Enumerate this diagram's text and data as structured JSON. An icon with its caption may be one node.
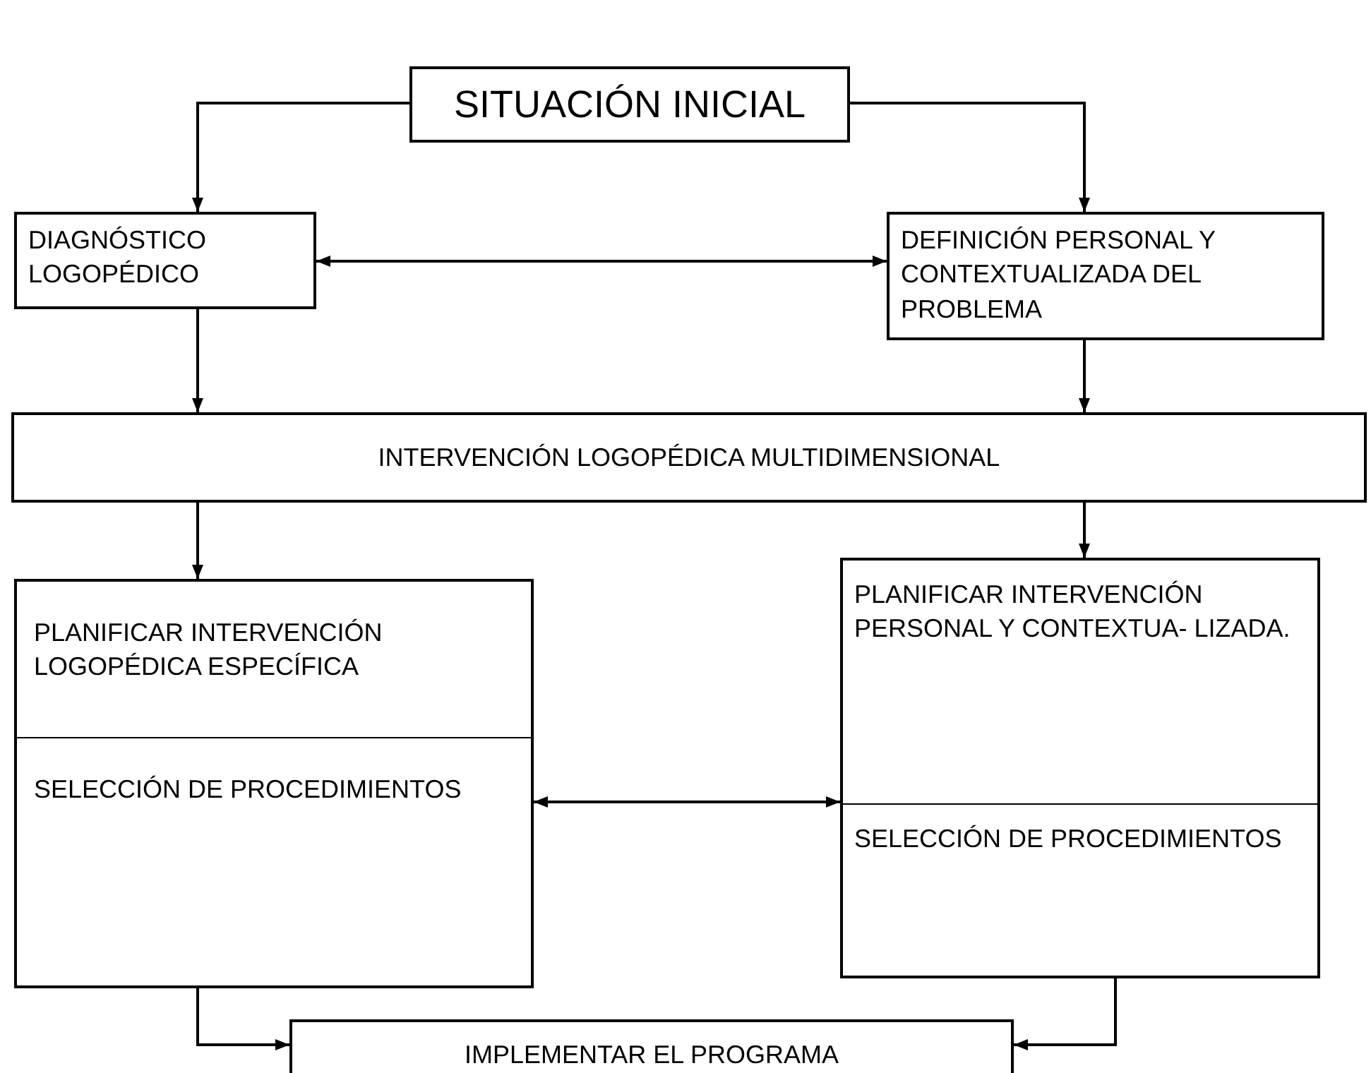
{
  "diagram": {
    "nodes": [
      {
        "text": [
          "SITUACIÓN INICIAL"
        ]
      },
      {
        "text": [
          "DIAGNÓSTICO LOGOPÉDICO"
        ]
      },
      {
        "text": [
          "DEFINICIÓN PERSONAL Y CONTEXTUALIZADA DEL PROBLEMA"
        ]
      },
      {
        "text": [
          "INTERVENCIÓN LOGOPÉDICA MULTIDIMENSIONAL"
        ]
      },
      {
        "text": [
          "PLANIFICAR INTERVENCIÓN LOGOPÉDICA ESPECÍFICA",
          "SELECCIÓN DE PROCEDIMIENTOS"
        ]
      },
      {
        "text": [
          "PLANIFICAR INTERVENCIÓN PERSONAL Y CONTEXTUA- LIZADA.",
          "SELECCIÓN DE PROCEDIMIENTOS"
        ]
      },
      {
        "text": [
          "IMPLEMENTAR EL PROGRAMA"
        ]
      }
    ],
    "edges": [
      {
        "from": 0,
        "to": 1,
        "arrow": "to"
      },
      {
        "from": 0,
        "to": 2,
        "arrow": "to"
      },
      {
        "from": 1,
        "to": 2,
        "arrow": "both"
      },
      {
        "from": 1,
        "to": 3,
        "arrow": "to"
      },
      {
        "from": 2,
        "to": 3,
        "arrow": "to"
      },
      {
        "from": 3,
        "to": 4,
        "arrow": "to"
      },
      {
        "from": 3,
        "to": 5,
        "arrow": "to"
      },
      {
        "from": 4,
        "to": 5,
        "arrow": "both"
      },
      {
        "from": 4,
        "to": 6,
        "arrow": "to"
      },
      {
        "from": 5,
        "to": 6,
        "arrow": "to"
      }
    ]
  }
}
